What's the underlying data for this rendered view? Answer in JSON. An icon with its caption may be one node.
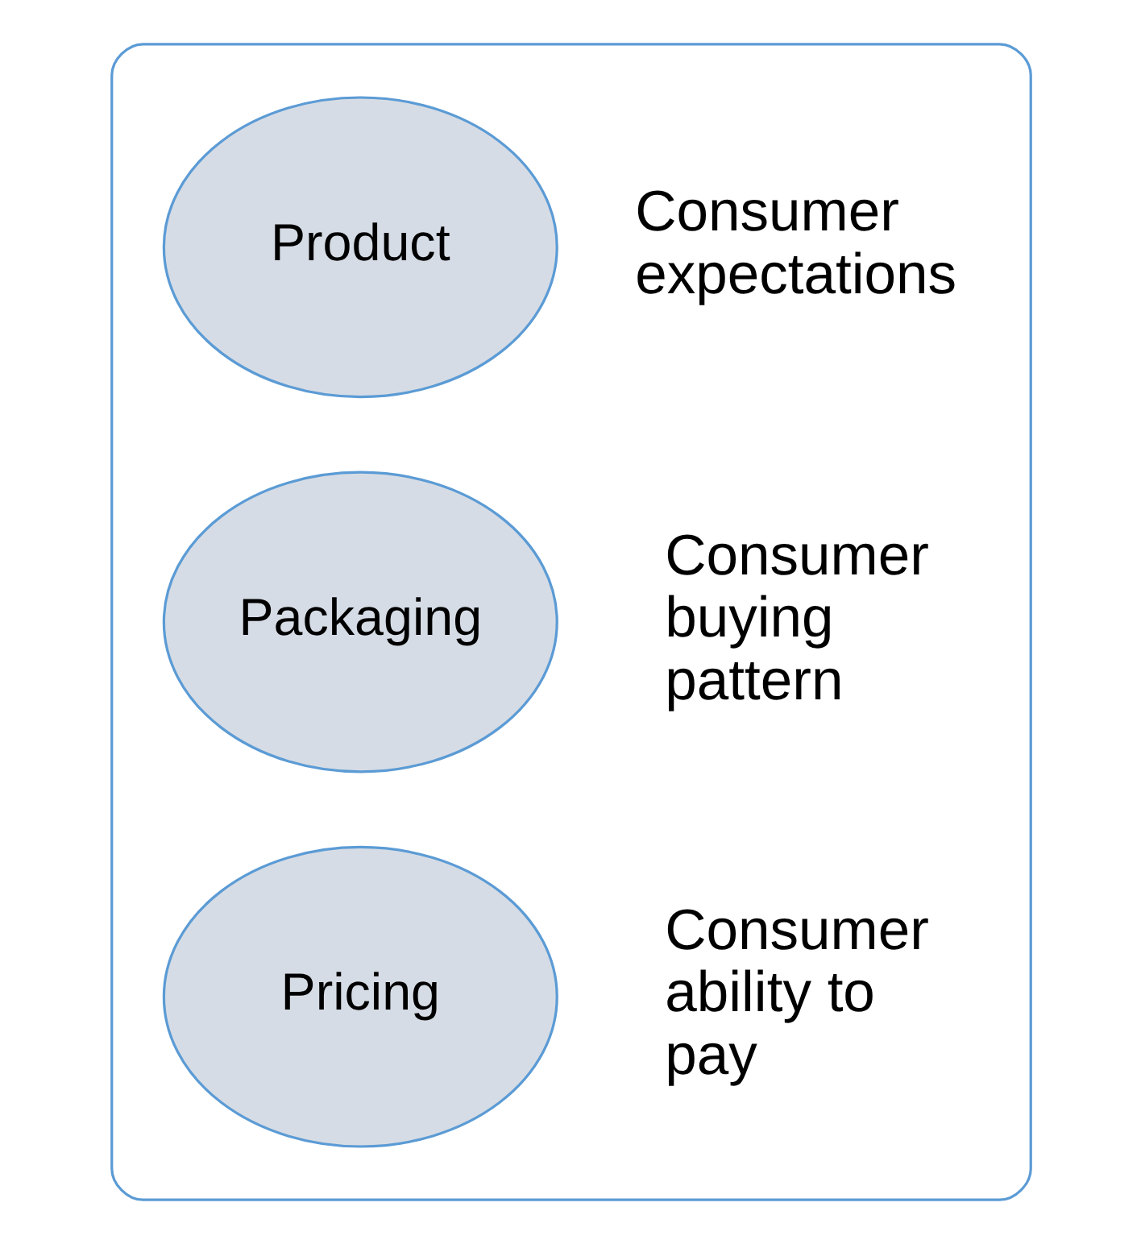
{
  "diagram": {
    "nodes": [
      {
        "text": [],
        "shape": "box"
      },
      {
        "text": [
          "Product"
        ],
        "in": 0,
        "beside": [
          "Consumer expectations"
        ]
      },
      {
        "text": [
          "Packaging"
        ],
        "in": 0,
        "beside": [
          "Consumer buying pattern"
        ]
      },
      {
        "text": [
          "Pricing"
        ],
        "in": 0,
        "beside": [
          "Consumer ability to pay"
        ]
      }
    ],
    "edges": []
  }
}
